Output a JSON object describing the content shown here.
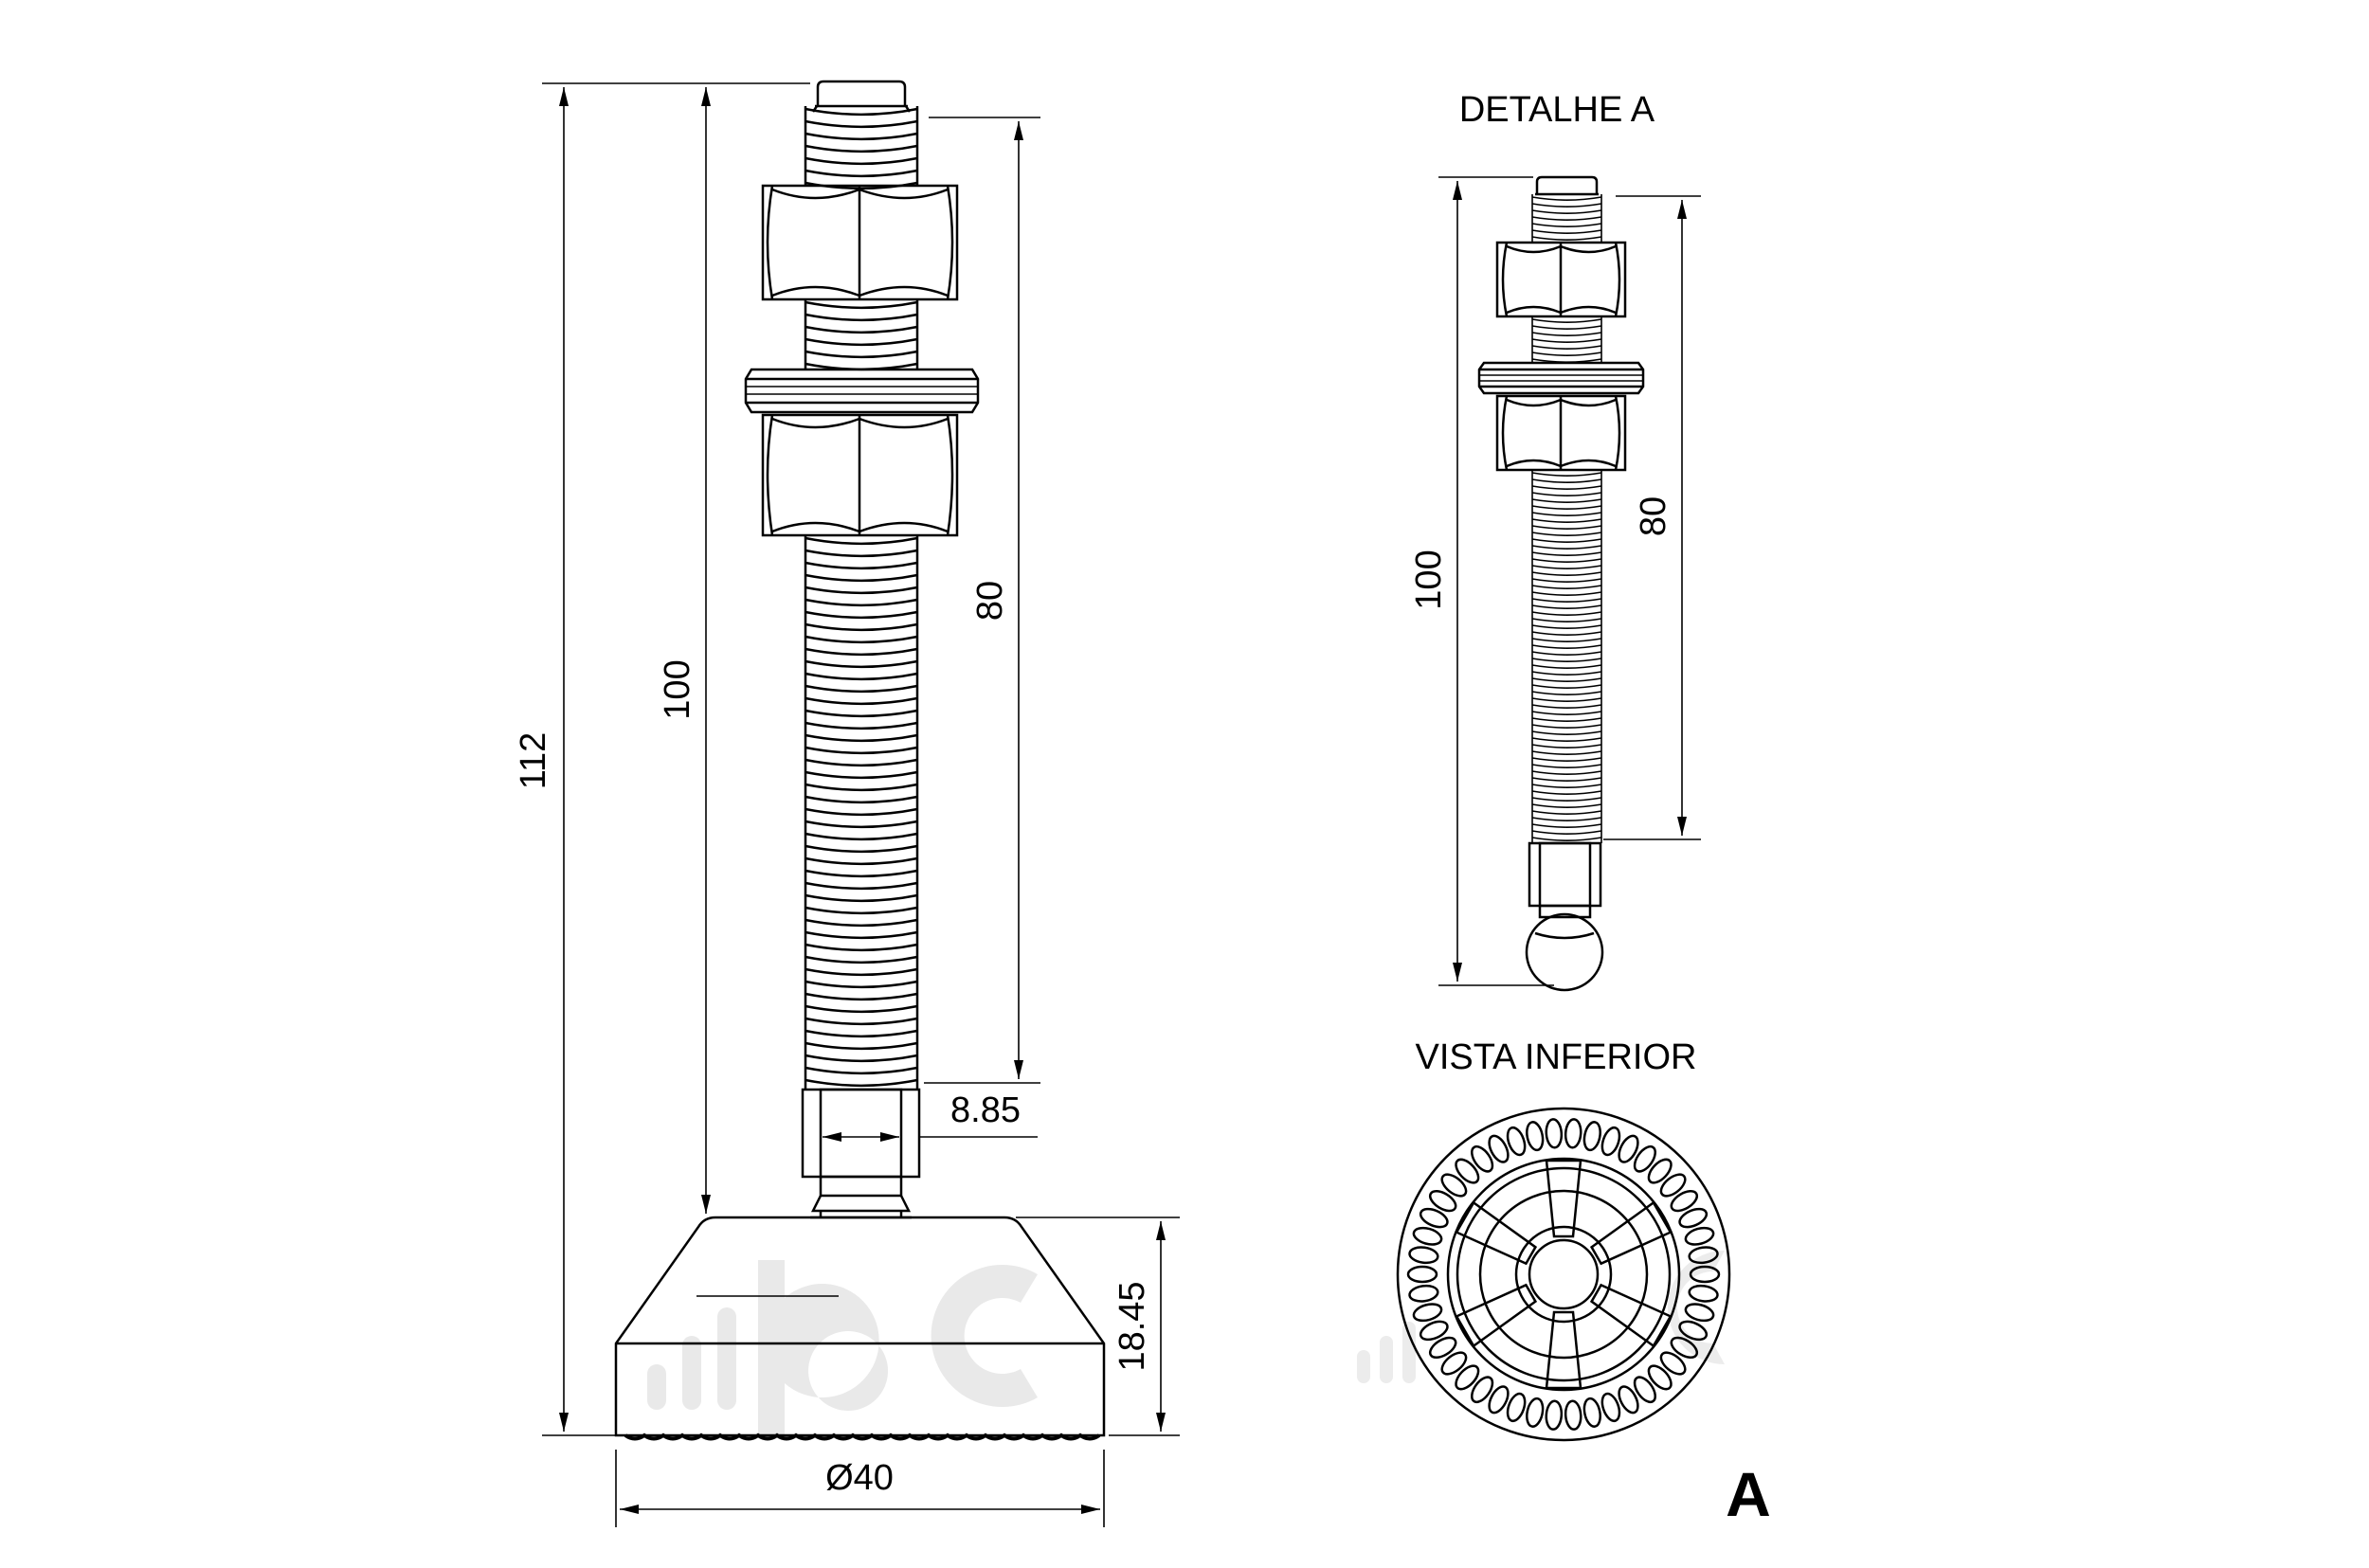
{
  "main_view": {
    "dims": {
      "total_height": "112",
      "height_100": "100",
      "thread_length": "80",
      "neck_width": "8.85",
      "base_height": "18.45",
      "base_diameter": "Ø40"
    }
  },
  "detail_a": {
    "title": "DETALHE A",
    "dims": {
      "height_100": "100",
      "thread_length": "80"
    }
  },
  "bottom_view": {
    "title": "VISTA INFERIOR"
  },
  "callout_label": "A",
  "watermark": "ipc",
  "colors": {
    "line": "#000000",
    "watermark": "#e6e6e6"
  }
}
